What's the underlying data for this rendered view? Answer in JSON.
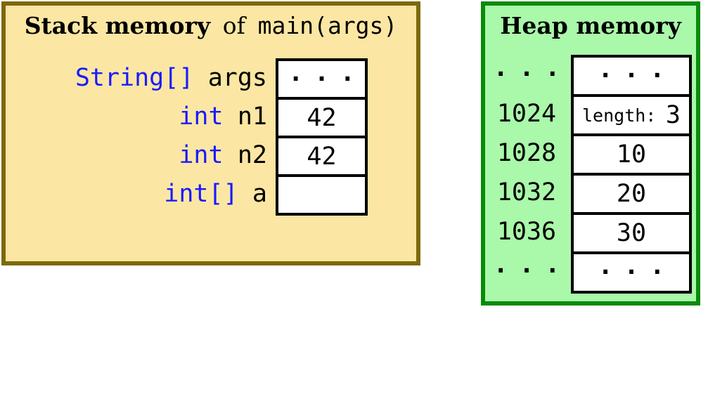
{
  "stack": {
    "title": {
      "bold": "Stack memory",
      "connector": "of",
      "code": "main(args)"
    },
    "rows": [
      {
        "type": "String[]",
        "name": "args",
        "value": "···"
      },
      {
        "type": "int",
        "name": "n1",
        "value": "42"
      },
      {
        "type": "int",
        "name": "n2",
        "value": "42"
      },
      {
        "type": "int[]",
        "name": "a",
        "value": ""
      }
    ]
  },
  "heap": {
    "title": "Heap memory",
    "rows": [
      {
        "address": "···",
        "value": "···"
      },
      {
        "address": "1024",
        "field": "length:",
        "value": "3"
      },
      {
        "address": "1028",
        "value": "10"
      },
      {
        "address": "1032",
        "value": "20"
      },
      {
        "address": "1036",
        "value": "30"
      },
      {
        "address": "···",
        "value": "···"
      }
    ]
  },
  "colors": {
    "stack_bg": "#fbe7a3",
    "stack_border": "#7d690a",
    "heap_bg": "#aaf8aa",
    "heap_border": "#0a8a0a",
    "keyword_blue": "#1a1aff",
    "cell_bg": "#ffffff",
    "cell_border": "#000000"
  }
}
